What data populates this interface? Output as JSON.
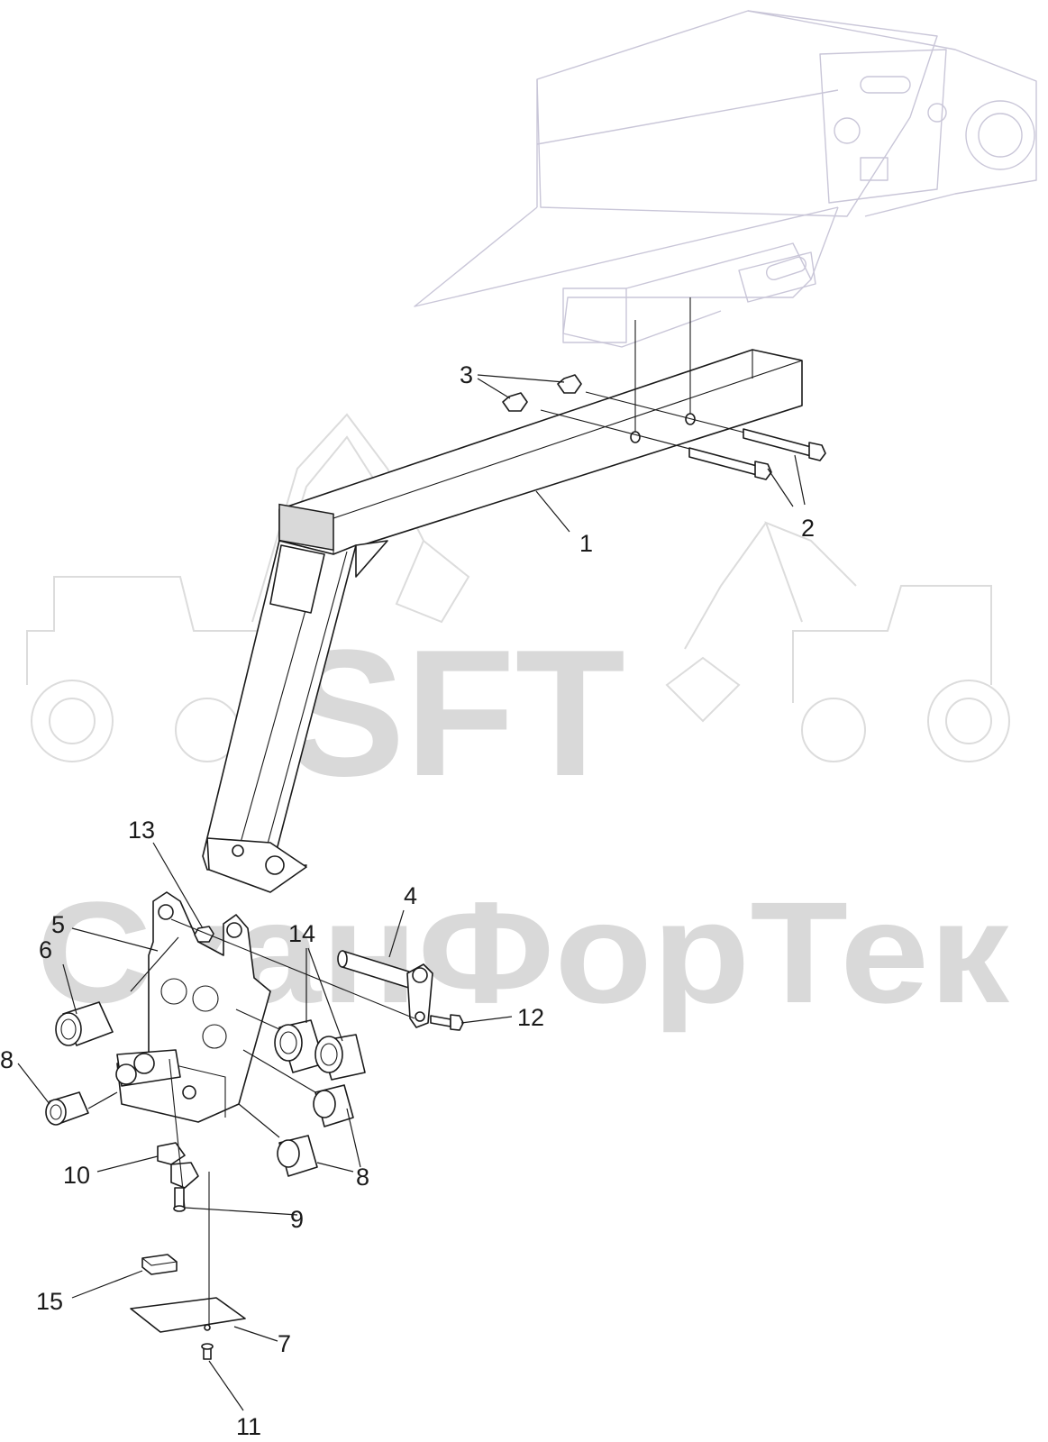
{
  "watermark": {
    "logo_text": "SFT",
    "brand_text": "СканФорТек"
  },
  "callouts": [
    {
      "id": "1",
      "label": "1"
    },
    {
      "id": "2",
      "label": "2"
    },
    {
      "id": "3",
      "label": "3"
    },
    {
      "id": "4",
      "label": "4"
    },
    {
      "id": "5",
      "label": "5"
    },
    {
      "id": "6",
      "label": "6"
    },
    {
      "id": "7",
      "label": "7"
    },
    {
      "id": "8a",
      "label": "8"
    },
    {
      "id": "8b",
      "label": "8"
    },
    {
      "id": "9",
      "label": "9"
    },
    {
      "id": "10",
      "label": "10"
    },
    {
      "id": "11",
      "label": "11"
    },
    {
      "id": "12",
      "label": "12"
    },
    {
      "id": "13",
      "label": "13"
    },
    {
      "id": "14",
      "label": "14"
    },
    {
      "id": "15",
      "label": "15"
    }
  ],
  "colors": {
    "line": "#1a1a1a",
    "ghost_context": "#c9c6d8",
    "watermark": "#d9d9d9"
  }
}
